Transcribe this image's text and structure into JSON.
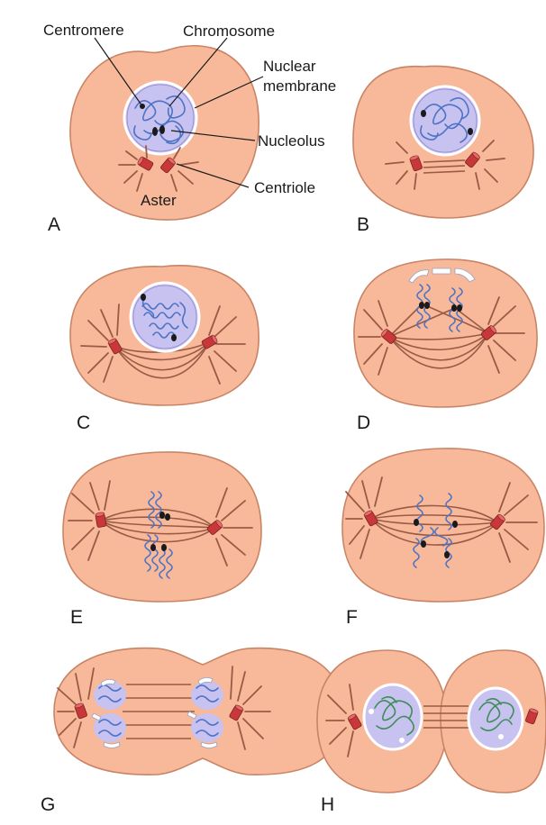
{
  "labels": {
    "centromere": "Centromere",
    "chromosome": "Chromosome",
    "nuclear_membrane_line1": "Nuclear",
    "nuclear_membrane_line2": "membrane",
    "nucleolus": "Nucleolus",
    "centriole": "Centriole",
    "aster": "Aster"
  },
  "panels": [
    {
      "id": "A",
      "letter": "A"
    },
    {
      "id": "B",
      "letter": "B"
    },
    {
      "id": "C",
      "letter": "C"
    },
    {
      "id": "D",
      "letter": "D"
    },
    {
      "id": "E",
      "letter": "E"
    },
    {
      "id": "F",
      "letter": "F"
    },
    {
      "id": "G",
      "letter": "G"
    },
    {
      "id": "H",
      "letter": "H"
    }
  ],
  "colors": {
    "cytoplasm": "#f7b99a",
    "cell_outline": "#c98466",
    "nucleus": "#c7c2ef",
    "chromosome_blue": "#4e73c4",
    "chromatin_green": "#3f8d59",
    "centriole_red": "#c8383a",
    "spindle_brown": "#9a5a45"
  }
}
